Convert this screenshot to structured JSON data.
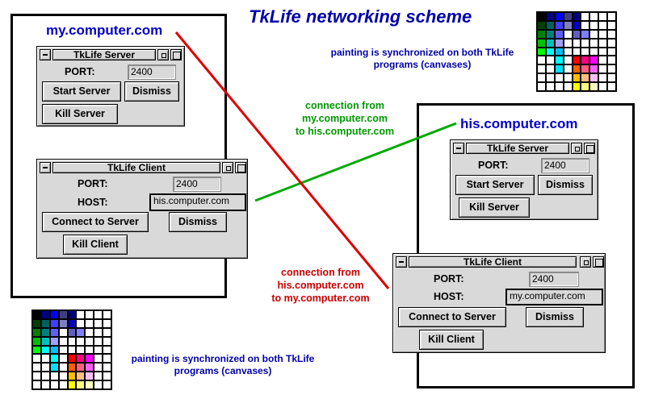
{
  "title": "TkLife networking scheme",
  "left_host": "my.computer.com",
  "right_host": "his.computer.com",
  "server_window": {
    "title": "TkLife Server",
    "port_label": "PORT:",
    "port_value": "2400",
    "start_label": "Start Server",
    "dismiss_label": "Dismiss",
    "kill_label": "Kill Server"
  },
  "client_window": {
    "title": "TkLife Client",
    "port_label": "PORT:",
    "port_value": "2400",
    "host_label": "HOST:",
    "connect_label": "Connect to Server",
    "dismiss_label": "Dismiss",
    "kill_label": "Kill Client"
  },
  "left_client_host_value": "his.computer.com",
  "right_client_host_value": "my.computer.com",
  "painting_note": {
    "line1": "painting is synchronized on both TkLife",
    "line2": "programs (canvases)"
  },
  "green_connection": {
    "line1": "connection from",
    "line2": "my.computer.com",
    "line3": "to his.computer.com"
  },
  "red_connection": {
    "line1": "connection from",
    "line2": "his.computer.com",
    "line3": "to my.computer.com"
  },
  "colors": {
    "title": "#0000aa",
    "host": "#0000cc",
    "green_line": "#00aa00",
    "red_line": "#dd0000",
    "window_bg": "#d9d9d9"
  }
}
